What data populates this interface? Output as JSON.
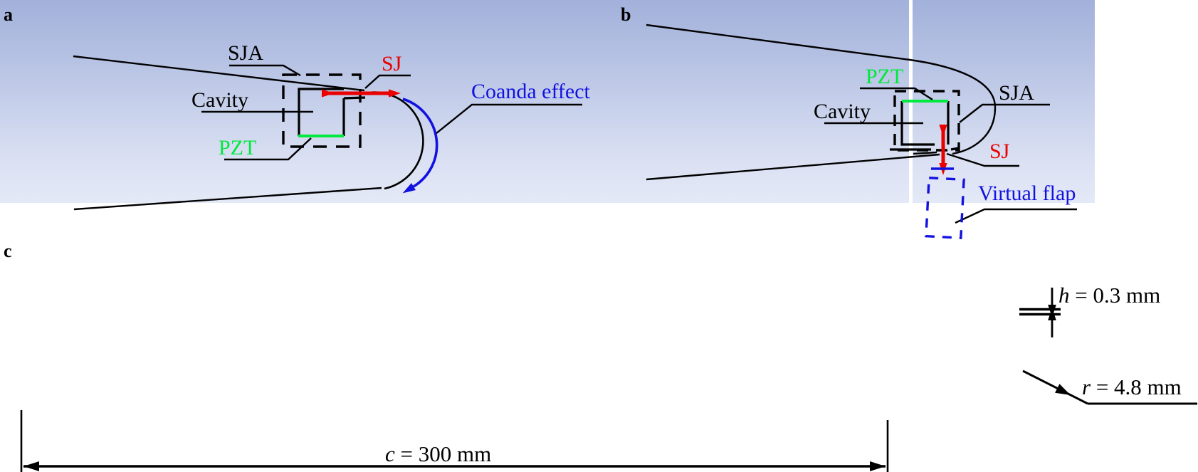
{
  "figure": {
    "colors": {
      "red": "#ea0000",
      "green": "#00e93e",
      "blue": "#1212e0",
      "ink": "#000000",
      "panel_top": "#a2b1db",
      "panel_bottom": "#e4e9f7"
    },
    "panels": {
      "a": {
        "letter": "a",
        "labels": {
          "sja": "SJA",
          "cavity": "Cavity",
          "pzt": "PZT",
          "sj": "SJ",
          "coanda": "Coanda effect"
        }
      },
      "b": {
        "letter": "b",
        "labels": {
          "pzt": "PZT",
          "cavity": "Cavity",
          "sja": "SJA",
          "sj": "SJ",
          "virtual_flap": "Virtual flap"
        }
      },
      "c": {
        "letter": "c",
        "dims": {
          "chord": {
            "symbol": "c",
            "value": " = 300 mm"
          },
          "slot": {
            "symbol": "h",
            "value": " = 0.3 mm"
          },
          "radius": {
            "symbol": "r",
            "value": " = 4.8 mm"
          }
        }
      }
    }
  }
}
